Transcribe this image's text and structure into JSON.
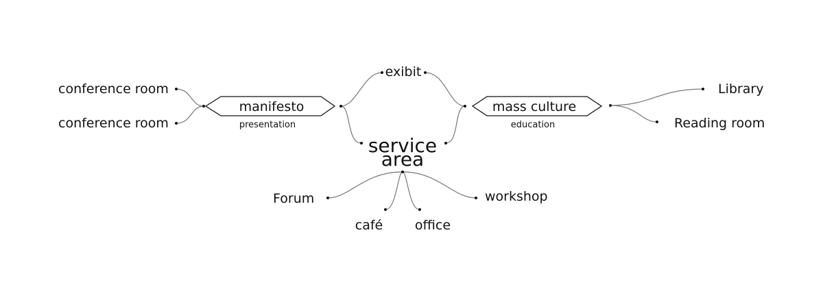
{
  "nodes": {
    "conference_room_1": "conference room",
    "conference_room_2": "conference room",
    "manifesto": {
      "title": "manifesto",
      "subtitle": "presentation"
    },
    "exibit": "exibit",
    "service_area": {
      "line1": "service",
      "line2": "area"
    },
    "mass_culture": {
      "title": "mass culture",
      "subtitle": "education"
    },
    "library": "Library",
    "reading_room": "Reading room",
    "forum": "Forum",
    "cafe": "café",
    "office": "office",
    "workshop": "workshop"
  },
  "colors": {
    "text": "#111111",
    "edge": "#777777",
    "background": "#ffffff"
  }
}
